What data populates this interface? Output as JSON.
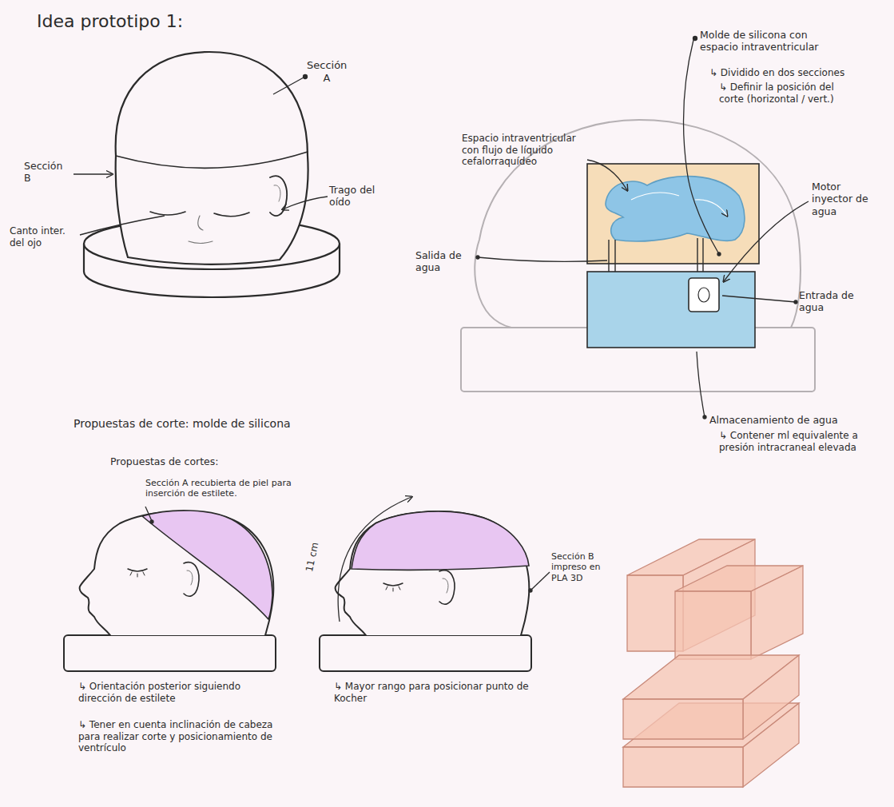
{
  "diagram": {
    "title": "Idea prototipo 1:",
    "labels": [
      "Sección A",
      "Sección B",
      "Trago del oído",
      "Canto inter. del ojo",
      "Molde de silicona con espacio intraventricular",
      "↳ Dividido en dos secciones",
      "↳ Definir la posición del corte (horizontal / vert.)",
      "Espacio intraventricular con flujo de líquido cefalorraquídeo",
      "Motor inyector de agua",
      "Salida de agua",
      "Entrada de agua",
      "Almacenamiento de agua",
      "↳ Contener ml equivalente a presión intracraneal elevada",
      "Propuestas de corte: molde de silicona",
      "Propuestas de cortes:",
      "Sección A recubierta de piel para inserción de estilete.",
      "11 cm",
      "Sección B impreso en PLA 3D",
      "↳ Orientación posterior siguiendo dirección de estilete",
      "↳ Mayor rango para posicionar punto de Kocher",
      "↳ Tener en cuenta inclinación de cabeza para realizar corte y posicionamiento de ventrículo"
    ]
  }
}
